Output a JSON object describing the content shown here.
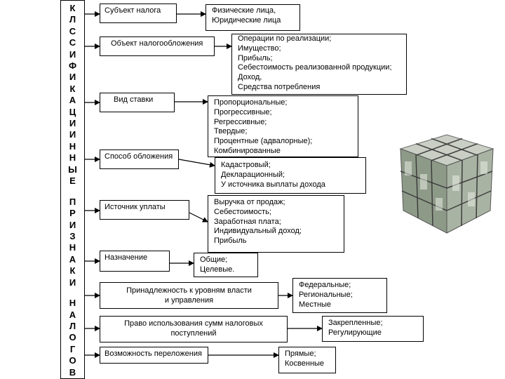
{
  "side_label": {
    "letters_1": [
      "К",
      "Л",
      "С",
      "С",
      "И",
      "Ф",
      "И",
      "К",
      "А",
      "Ц",
      "И",
      "И",
      "Н",
      "Н",
      "Ы",
      "Е"
    ],
    "letters_2": [
      "П",
      "Р",
      "И",
      "З",
      "Н",
      "А",
      "К",
      "И"
    ],
    "letters_3": [
      "Н",
      "А",
      "Л",
      "О",
      "Г",
      "О",
      "В"
    ]
  },
  "features": [
    {
      "label": "Субъект  налога",
      "values": "Физические лица,\nЮридические лица"
    },
    {
      "label": "Объект налогообложения",
      "values": "Операции по реализации;\nИмущество;\nПрибыль;\nСебестоимость реализованной продукции;\nДоход,\nСредства потребления"
    },
    {
      "label": "Вид ставки",
      "values": "Пропорциональные;\nПрогрессивные;\nРегрессивные;\nТвердые;\nПроцентные (адвалорные);\nКомбинированные"
    },
    {
      "label": "Способ обложения",
      "values": "Кадастровый;\nДекларационный;\nУ источника выплаты дохода"
    },
    {
      "label": "Источник уплаты",
      "values": "Выручка от продаж;\nСебестоимость;\nЗаработная плата;\nИндивидуальный доход;\nПрибыль"
    },
    {
      "label": "Назначение",
      "values": "Общие;\nЦелевые."
    },
    {
      "label": "Принадлежность к уровням власти и управления",
      "values": "Федеральные;\nРегиональные;\nМестные"
    },
    {
      "label": "Право использования сумм налоговых поступлений",
      "values": "Закрепленные;\nРегулирующие"
    },
    {
      "label": "Возможность переложения",
      "values": "Прямые;\nКосвенные"
    }
  ]
}
